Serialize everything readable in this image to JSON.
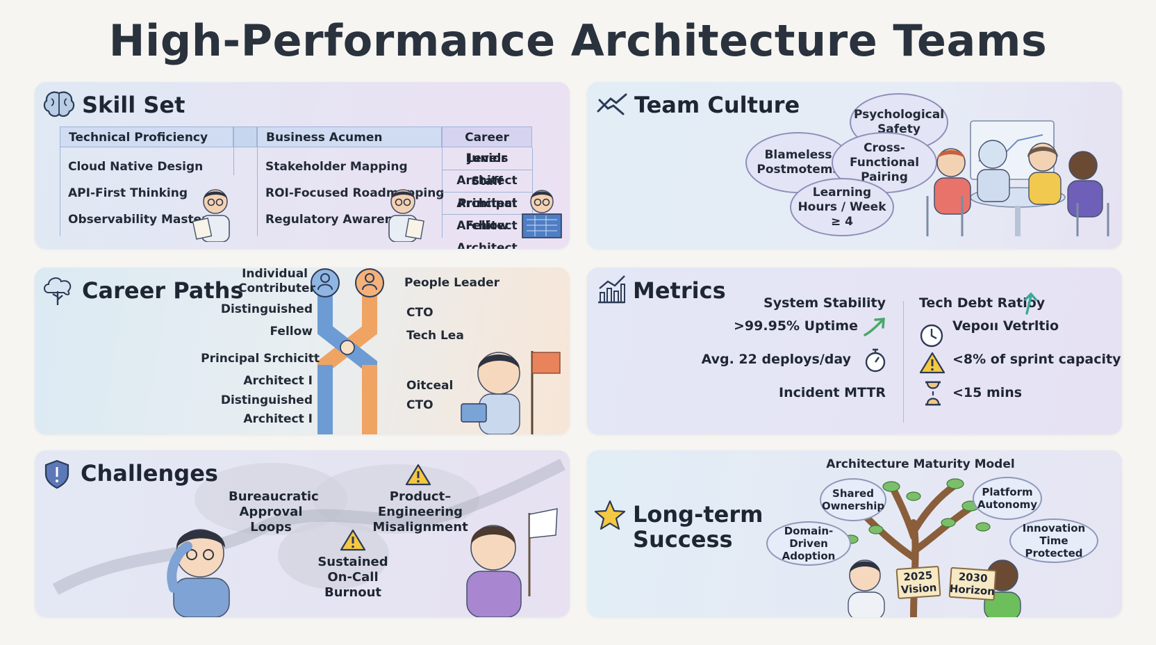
{
  "title": "High-Performance Architecture Teams",
  "skill_set": {
    "title": "Skill Set",
    "icon": "brain-icon",
    "technical": {
      "header": "Technical Proficiency",
      "items": [
        "Cloud Native Design",
        "API-First Thinking",
        "Observability Mastery"
      ]
    },
    "business": {
      "header": "Business Acumen",
      "items": [
        "Stakeholder Mapping",
        "ROI-Focused Roadmapping",
        "Regulatory Awareness"
      ]
    },
    "levels": {
      "header": "Career Levels",
      "items": [
        "Junior Architect",
        "Staff Architect",
        "Principal Architect",
        "Fellow Architect"
      ]
    }
  },
  "team_culture": {
    "title": "Team Culture",
    "icon": "handshake-icon",
    "bubbles": [
      "Psychological Safety",
      "Blameless Postmotems",
      "Cross-Functional Pairing",
      "Learning Hours / Week ≥ 4"
    ]
  },
  "career_paths": {
    "title": "Career Paths",
    "icon": "cloud-tree-icon",
    "ic_track": {
      "header": "Individual Contributer",
      "items": [
        "Distinguished",
        "Fellow",
        "Principal Srchicitt",
        "Architect I",
        "Distinguished",
        "Architect I"
      ]
    },
    "leader_track": {
      "header": "People Leader",
      "items": [
        "CTO",
        "Tech Lea",
        "Oitceal",
        "CTO"
      ]
    }
  },
  "metrics": {
    "title": "Metrics",
    "icon": "chart-icon",
    "left": [
      {
        "label": "System Stability",
        "icon": ""
      },
      {
        "label": ">99.95% Uptime",
        "icon": "trend-up-icon"
      },
      {
        "label": "Avg. 22 deploys/day",
        "icon": "stopwatch-icon"
      },
      {
        "label": "Incident MTTR",
        "icon": ""
      }
    ],
    "right": [
      {
        "label": "Tech Debt Ratioy",
        "icon": "arrow-up-icon"
      },
      {
        "label": "Vepoıı Vetrltio",
        "icon": "clock-icon"
      },
      {
        "label": "<8% of sprint capacity",
        "icon": "warning-icon"
      },
      {
        "label": "<15 mins",
        "icon": "hourglass-icon"
      }
    ]
  },
  "challenges": {
    "title": "Challenges",
    "icon": "shield-icon",
    "items": [
      "Bureaucratic Approval Loops",
      "Product–Engineering Misalignment",
      "Sustained On-Call Burnout"
    ]
  },
  "long_term": {
    "title_line1": "Long-term",
    "title_line2": "Success",
    "icon": "star-icon",
    "model_title": "Architecture Maturity Model",
    "bubbles": [
      "Shared Ownership",
      "Platform Autonomy",
      "Domain-Driven Adoption",
      "Innovation Time Protected"
    ],
    "signs": [
      "2025 Vision",
      "2030 Horizon"
    ]
  }
}
